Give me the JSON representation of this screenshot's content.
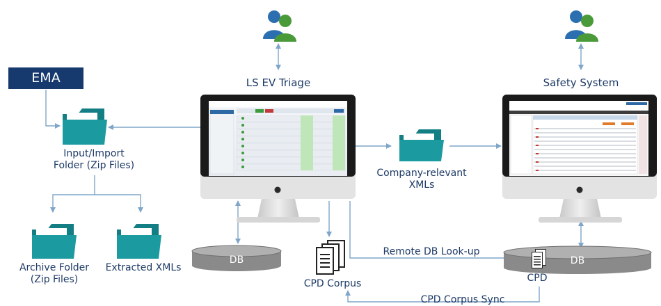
{
  "nodes": {
    "ema": "EMA",
    "input_folder": "Input/Import\nFolder (Zip Files)",
    "archive_folder": "Archive Folder\n(Zip Files)",
    "extracted_xmls": "Extracted XMLs",
    "ls_ev_triage": "LS EV Triage",
    "company_xmls": "Company-relevant\nXMLs",
    "safety_system": "Safety System",
    "db_left": "DB",
    "db_right": "DB",
    "cpd_corpus": "CPD Corpus",
    "cpd": "CPD"
  },
  "edges": {
    "remote_lookup": "Remote DB Look-up",
    "corpus_sync": "CPD Corpus Sync"
  },
  "colors": {
    "navy": "#163a6e",
    "label": "#1d3a66",
    "folder": "#1b9aa0",
    "arrow": "#7fa6c9",
    "db": "#8a8a8a",
    "user_blue": "#2b6fb0",
    "user_green": "#4a9a3a"
  }
}
